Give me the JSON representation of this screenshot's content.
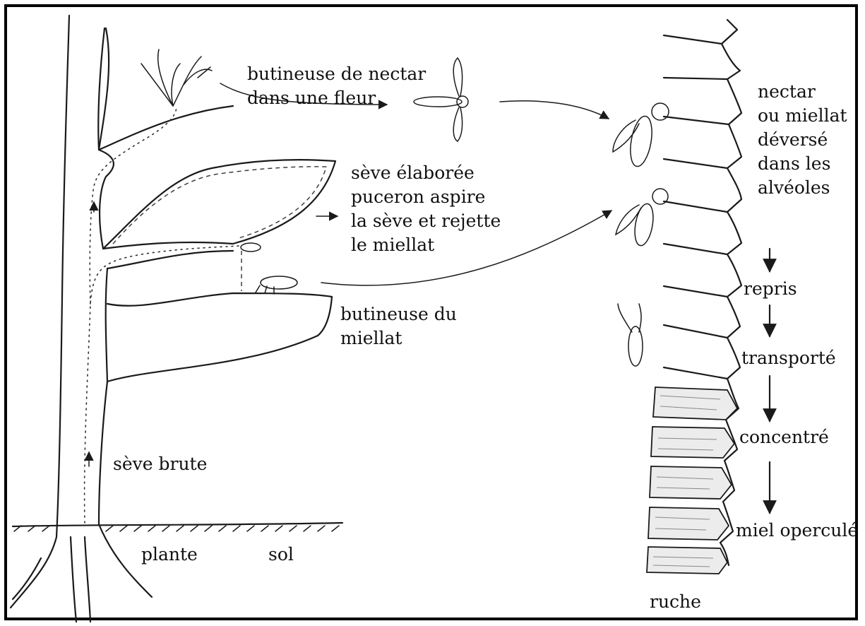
{
  "labels": {
    "nectar_forager": [
      "butineuse de nectar",
      "dans une fleur"
    ],
    "elaborated_sap": [
      "sève élaborée",
      "puceron aspire",
      "la sève et rejette",
      "le miellat"
    ],
    "honeydew_forager": [
      "butineuse du",
      "miellat"
    ],
    "raw_sap": "sève brute",
    "plant": "plante",
    "soil": "sol",
    "hive": "ruche",
    "nectar_deposited": [
      "nectar",
      "ou miellat",
      "déversé",
      "dans les",
      "alvéoles"
    ],
    "taken_up": "repris",
    "transported": "transporté",
    "concentrated": "concentré",
    "capped_honey": "miel operculé"
  },
  "colors": {
    "ink": "#1a1a1a",
    "background": "#ffffff",
    "capped_cells": "#ececec"
  }
}
